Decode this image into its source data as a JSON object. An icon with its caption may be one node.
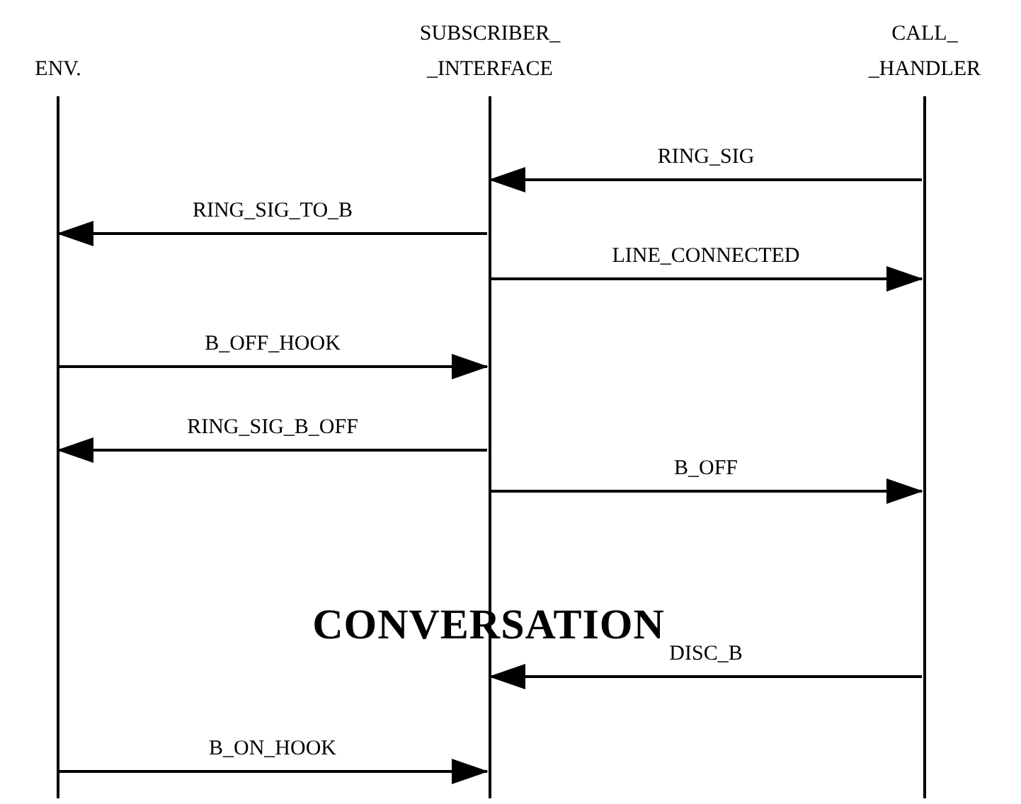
{
  "diagram": {
    "nodes": [
      {
        "text": [
          "ENV."
        ]
      },
      {
        "text": [
          "SUBSCRIBER_ _INTERFACE"
        ]
      },
      {
        "text": [
          "CALL_ _HANDLER"
        ]
      }
    ],
    "edges": [
      {
        "from": 2,
        "to": 1,
        "arrow": "to",
        "label": "RING_SIG"
      },
      {
        "from": 1,
        "to": 0,
        "arrow": "to",
        "label": "RING_SIG_TO_B"
      },
      {
        "from": 1,
        "to": 2,
        "arrow": "to",
        "label": "LINE_CONNECTED"
      },
      {
        "from": 0,
        "to": 1,
        "arrow": "to",
        "label": "B_OFF_HOOK"
      },
      {
        "from": 1,
        "to": 0,
        "arrow": "to",
        "label": "RING_SIG_B_OFF"
      },
      {
        "from": 1,
        "to": 2,
        "arrow": "to",
        "label": "B_OFF"
      },
      {
        "from": 2,
        "to": 1,
        "arrow": "to",
        "label": "DISC_B"
      },
      {
        "from": 0,
        "to": 1,
        "arrow": "to",
        "label": "B_ON_HOOK"
      }
    ],
    "labels": [
      "CONVERSATION"
    ]
  }
}
